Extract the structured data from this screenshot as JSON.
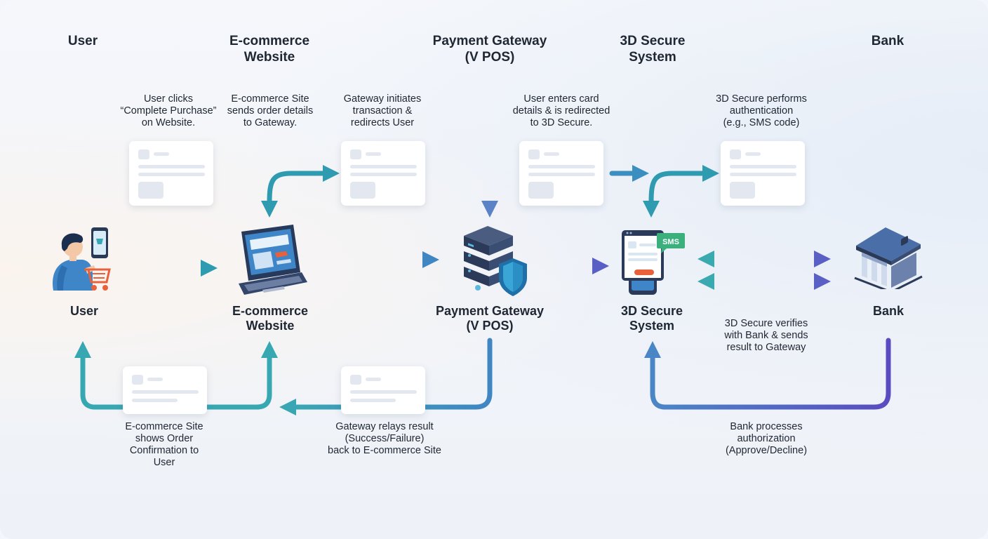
{
  "lanes": {
    "user": "User",
    "ecommerce": "E-commerce\nWebsite",
    "gateway": "Payment Gateway\n(V POS)",
    "secure": "3D Secure\nSystem",
    "bank": "Bank"
  },
  "nodes": {
    "user": "User",
    "ecommerce": "E-commerce\nWebsite",
    "gateway": "Payment Gateway\n(V POS)",
    "secure": "3D Secure\nSystem",
    "bank": "Bank"
  },
  "sms_badge": "SMS",
  "steps": {
    "s1": "User clicks\n“Complete Purchase”\non Website.",
    "s2": "E-commerce Site\nsends order details\nto Gateway.",
    "s3": "Gateway initiates\ntransaction &\nredirects User",
    "s4": "User enters card\ndetails & is redirected\nto 3D Secure.",
    "s5": "3D Secure performs\nauthentication\n(e.g., SMS code)",
    "s6": "3D Secure verifies\nwith Bank & sends\nresult to Gateway",
    "s7": "Bank processes\nauthorization\n(Approve/Decline)",
    "s8": "Gateway relays result\n(Success/Failure)\nback to E-commerce Site",
    "s9": "E-commerce Site\nshows Order\nConfirmation to\nUser"
  },
  "colors": {
    "teal": "#3aa6b4",
    "blue": "#4a86c6",
    "indigo": "#5f5fc4",
    "text": "#1f2733"
  },
  "icons": [
    "user-shopping-icon",
    "laptop-icon",
    "server-shield-icon",
    "secure-screen-icon",
    "bank-icon"
  ]
}
